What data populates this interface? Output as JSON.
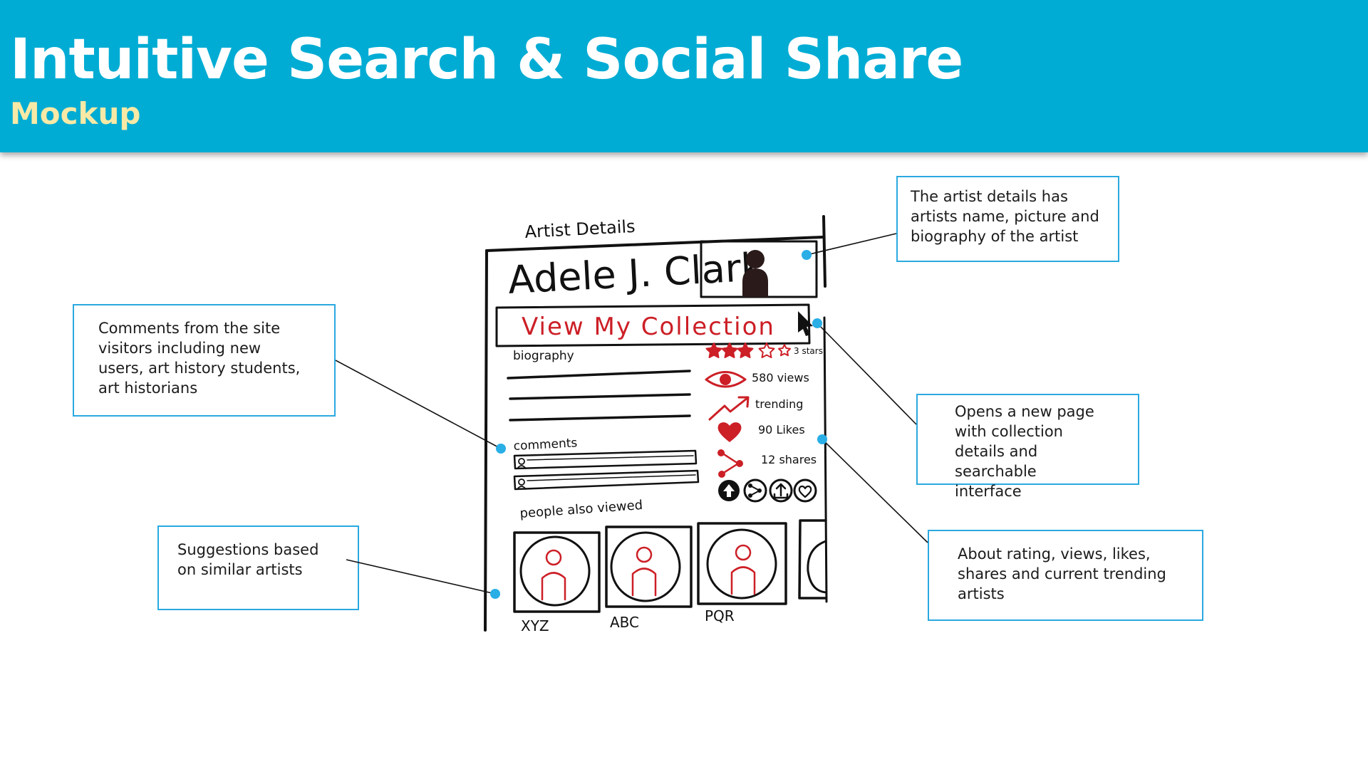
{
  "slide": {
    "title": "Intuitive Search & Social Share",
    "subtitle": "Mockup"
  },
  "colors": {
    "header_bg": "#00acd4",
    "subtitle": "#f8e9a6",
    "callout_border": "#2aa9e0",
    "marker": "#29aee6",
    "sketch_red": "#cc1f26"
  },
  "callouts": {
    "artist_details": "The artist details has\nartists name, picture and\nbiography  of the artist",
    "comments": "Comments from the site\nvisitors including new\nusers, art history students,\nart historians",
    "collection": "Opens a new page\nwith collection\ndetails and\nsearchable interface",
    "suggestions": "Suggestions based\non similar artists",
    "stats": "About rating, views, likes,\nshares and current trending\nartists"
  },
  "mockup": {
    "screen_label": "Artist Details",
    "artist_name": "Adele J. Clark",
    "collection_button": "View My Collection",
    "biography_label": "biography",
    "comments_label": "comments",
    "also_viewed_label": "people also viewed",
    "rating_text": "3 stars",
    "rating_value": 3,
    "rating_max": 5,
    "views_text": "580 views",
    "trending_text": "trending",
    "likes_text": "90 Likes",
    "shares_text": "12 shares",
    "suggestions": [
      "XYZ",
      "ABC",
      "PQR"
    ],
    "icons": [
      "star-icon",
      "eye-icon",
      "trending-arrow-icon",
      "heart-icon",
      "share-icon",
      "upvote-icon",
      "share-circle-icon",
      "upload-icon",
      "favorite-icon",
      "person-icon"
    ]
  }
}
